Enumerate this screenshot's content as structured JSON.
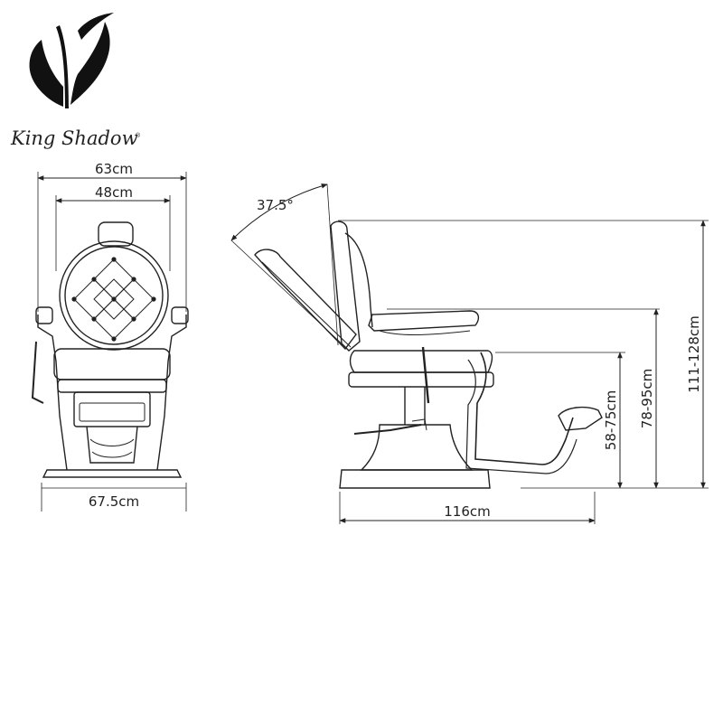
{
  "brand": {
    "name": "King Shadow",
    "registered_mark": "®",
    "logo_icon": "butterfly-shadow-icon",
    "ink_color": "#111111"
  },
  "front_view": {
    "overall_width": "63cm",
    "seat_width": "48cm",
    "base_width": "67.5cm"
  },
  "side_view": {
    "recline_angle": "37.5°",
    "overall_length": "116cm",
    "seat_height": "58-75cm",
    "armrest_height": "78-95cm",
    "total_height": "111-128cm"
  }
}
